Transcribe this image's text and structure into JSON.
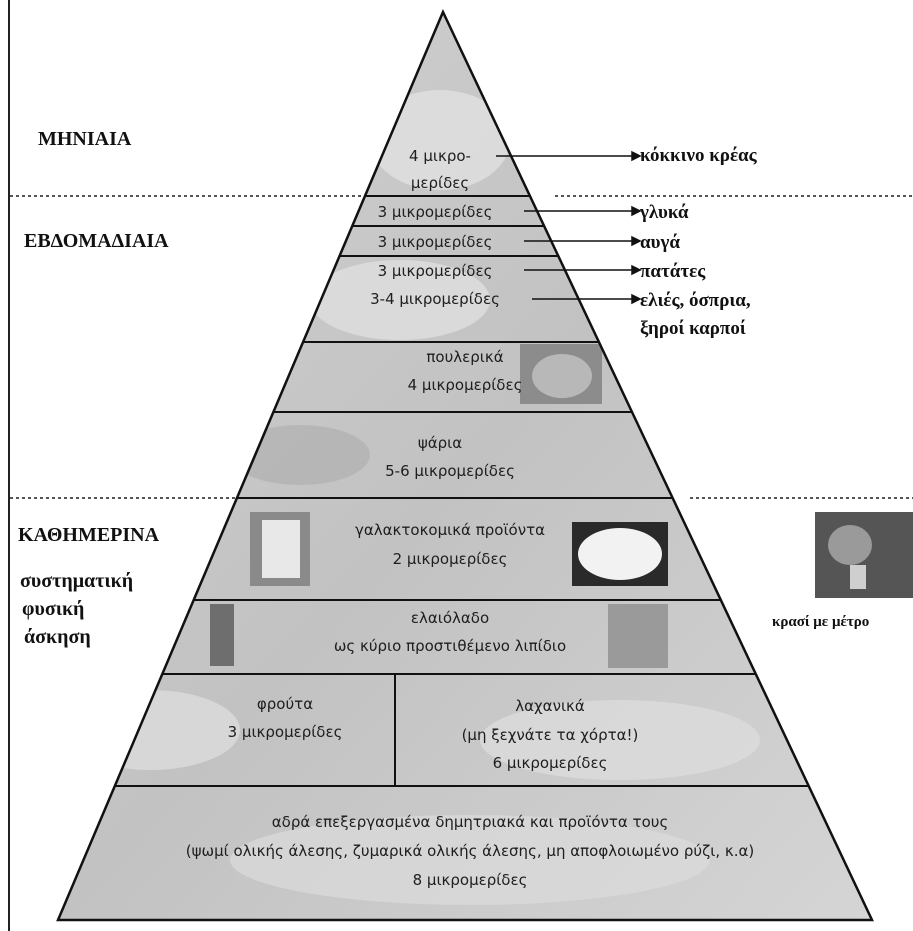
{
  "frequency_labels": {
    "monthly": "ΜΗΝΙΑΙΑ",
    "weekly": "ΕΒΔΟΜΑΔΙΑΙΑ",
    "daily": "ΚΑΘΗΜΕΡΙΝΑ"
  },
  "activity": {
    "line1": "συστηματική",
    "line2": "φυσική",
    "line3": "άσκηση"
  },
  "wine": {
    "label": "κρασί με μέτρο"
  },
  "pyramid": {
    "red_meat": {
      "line1": "4 μικρο-",
      "line2": "μερίδες",
      "food": "κόκκινο κρέας"
    },
    "sweets": {
      "servings": "3 μικρομερίδες",
      "food": "γλυκά"
    },
    "eggs": {
      "servings": "3 μικρομερίδες",
      "food": "αυγά"
    },
    "potatoes": {
      "servings": "3 μικρομερίδες",
      "food": "πατάτες"
    },
    "olives": {
      "servings": "3-4 μικρομερίδες",
      "food_line1": "ελιές, όσπρια,",
      "food_line2": "ξηροί καρποί"
    },
    "poultry": {
      "name": "πουλερικά",
      "servings": "4 μικρομερίδες"
    },
    "fish": {
      "name": "ψάρια",
      "servings": "5-6 μικρομερίδες"
    },
    "dairy": {
      "name": "γαλακτοκομικά προϊόντα",
      "servings": "2 μικρομερίδες"
    },
    "olive_oil": {
      "name": "ελαιόλαδο",
      "desc": "ως κύριο προστιθέμενο λιπίδιο"
    },
    "fruits": {
      "name": "φρούτα",
      "servings": "3 μικρομερίδες"
    },
    "vegetables": {
      "name": "λαχανικά",
      "note": "(μη ξεχνάτε τα χόρτα!)",
      "servings": "6 μικρομερίδες"
    },
    "grains": {
      "line1": "αδρά επεξεργασμένα δημητριακά και προϊόντα τους",
      "line2": "(ψωμί ολικής άλεσης, ζυμαρικά ολικής άλεσης, μη αποφλοιωμένο ρύζι, κ.α)",
      "servings": "8 μικρομερίδες"
    }
  }
}
